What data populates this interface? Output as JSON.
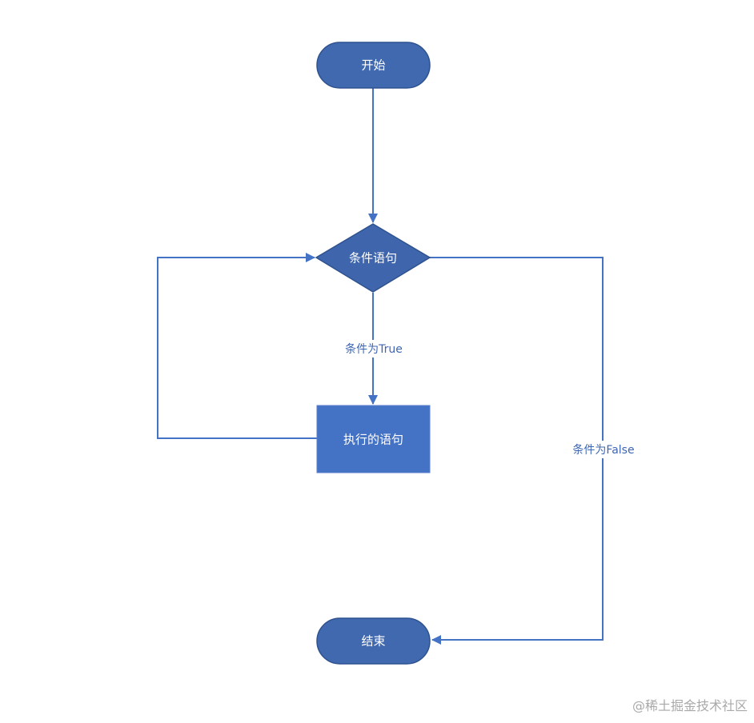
{
  "nodes": {
    "start": {
      "label": "开始"
    },
    "condition": {
      "label": "条件语句"
    },
    "execute": {
      "label": "执行的语句"
    },
    "end": {
      "label": "结束"
    }
  },
  "edges": {
    "true_label": "条件为True",
    "false_label": "条件为False"
  },
  "watermark": "@稀土掘金技术社区",
  "colors": {
    "node_fill": "#4169b0",
    "node_stroke": "#2f528f",
    "process_fill": "#4472c4",
    "line": "#4472c4",
    "label_text": "#3f66b3"
  }
}
